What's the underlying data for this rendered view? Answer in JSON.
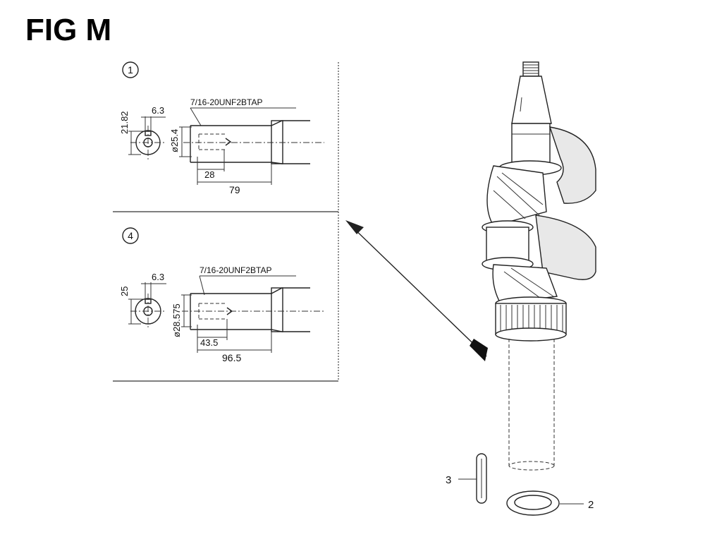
{
  "figure": {
    "title": "FIG M"
  },
  "detail_1": {
    "marker": "1",
    "thread_spec": "7/16-20UNF2BTAP",
    "dim_height": "21.82",
    "dim_keyway": "6.3",
    "dim_diameter": "ø25.4",
    "dim_depth": "28",
    "dim_length": "79"
  },
  "detail_4": {
    "marker": "4",
    "thread_spec": "7/16-20UNF2BTAP",
    "dim_height": "25",
    "dim_keyway": "6.3",
    "dim_diameter": "ø28.575",
    "dim_depth": "43.5",
    "dim_length": "96.5"
  },
  "callouts": {
    "key": "3",
    "washer": "2"
  }
}
